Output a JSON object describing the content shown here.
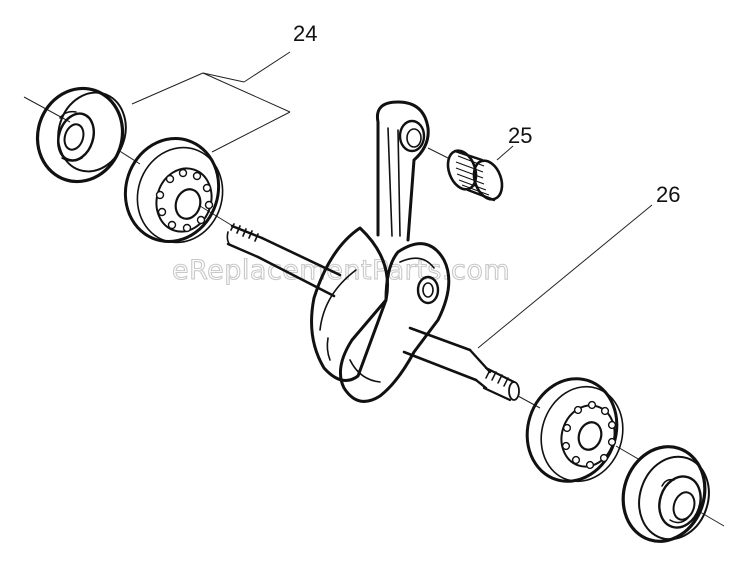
{
  "diagram": {
    "callouts": {
      "part_24": "24",
      "part_25": "25",
      "part_26": "26"
    },
    "watermark": "eReplacementParts.com"
  }
}
